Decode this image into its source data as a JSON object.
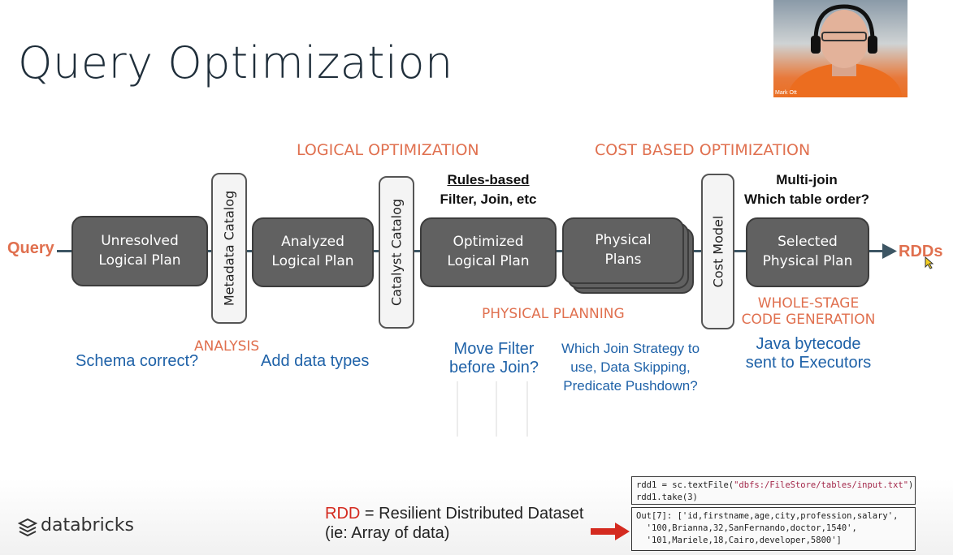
{
  "slide": {
    "title": "Query Optimization",
    "sections": {
      "logical": "LOGICAL OPTIMIZATION",
      "cost": "COST BASED OPTIMIZATION",
      "physical_planning": "PHYSICAL PLANNING",
      "analysis": "ANALYSIS",
      "whole_stage_1": "WHOLE-STAGE",
      "whole_stage_2": "CODE GENERATION"
    },
    "input_label": "Query",
    "output_label": "RDDs",
    "boxes": {
      "unresolved": {
        "l1": "Unresolved",
        "l2": "Logical Plan"
      },
      "analyzed": {
        "l1": "Analyzed",
        "l2": "Logical Plan"
      },
      "optimized": {
        "l1": "Optimized",
        "l2": "Logical Plan"
      },
      "physical": {
        "l1": "Physical",
        "l2": "Plans"
      },
      "selected": {
        "l1": "Selected",
        "l2": "Physical Plan"
      }
    },
    "catalogs": {
      "metadata": "Metadata Catalog",
      "catalyst": "Catalyst Catalog",
      "cost_model": "Cost Model"
    },
    "rules": {
      "heading": "Rules-based",
      "sub": "Filter, Join, etc"
    },
    "multijoin": {
      "l1": "Multi-join",
      "l2": "Which table order?"
    },
    "notes": {
      "schema": "Schema correct?",
      "datatypes": "Add data types",
      "move_filter_1": "Move Filter",
      "move_filter_2": "before Join?",
      "join_strategy_1": "Which Join Strategy to",
      "join_strategy_2": "use, Data Skipping,",
      "join_strategy_3": "Predicate Pushdown?",
      "java_1": "Java bytecode",
      "java_2": "sent to Executors"
    },
    "rdd_def": {
      "abbr": "RDD",
      "rest": " = Resilient Distributed Dataset",
      "line2": "(ie: Array of data)"
    },
    "code_in": {
      "l1a": "rdd1 = sc.textFile(",
      "l1b": "\"dbfs:/FileStore/tables/input.txt\"",
      "l1c": ")",
      "l2": "rdd1.take(3)"
    },
    "code_out": {
      "l1": "Out[7]: ['id,firstname,age,city,profession,salary',",
      "l2": "  '100,Brianna,32,SanFernando,doctor,1540',",
      "l3": "  '101,Mariele,18,Cairo,developer,5800']"
    },
    "brand": "databricks",
    "webcam_name": "Mark Ott"
  },
  "colors": {
    "accent_orange": "#e0704f",
    "note_blue": "#1f62a8",
    "box_gray": "#616161",
    "title_dark": "#1f2e3a",
    "arrow_red": "#d42a1f"
  }
}
